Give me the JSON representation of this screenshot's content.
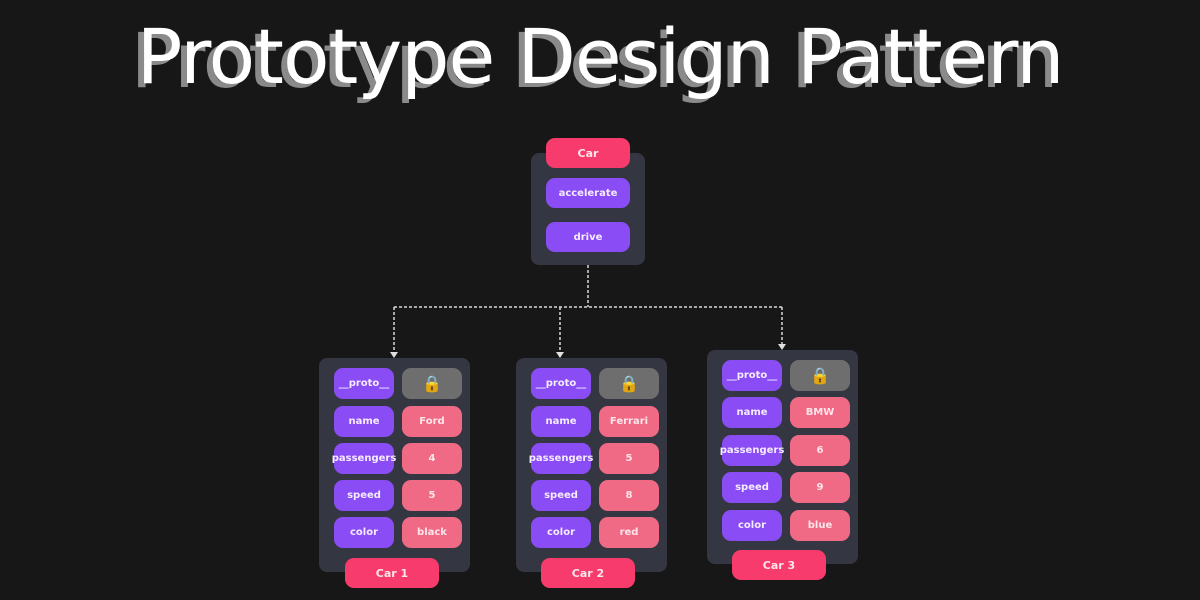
{
  "title": "Prototype Design Pattern",
  "colors": {
    "background": "#171717",
    "panel": "#343741",
    "method_purple": "#8a4cf5",
    "value_salmon": "#f06a86",
    "header_pink": "#f73b6c",
    "proto_gray": "#6e6e6e",
    "connector": "#d9d9d9"
  },
  "prototype": {
    "name": "Car",
    "methods": [
      "accelerate",
      "drive"
    ]
  },
  "instances": [
    {
      "label": "Car 1",
      "proto_key": "__proto__",
      "proto_icon": "lock-icon",
      "fields": [
        {
          "key": "name",
          "value": "Ford"
        },
        {
          "key": "passengers",
          "value": "4"
        },
        {
          "key": "speed",
          "value": "5"
        },
        {
          "key": "color",
          "value": "black"
        }
      ]
    },
    {
      "label": "Car 2",
      "proto_key": "__proto__",
      "proto_icon": "lock-icon",
      "fields": [
        {
          "key": "name",
          "value": "Ferrari"
        },
        {
          "key": "passengers",
          "value": "5"
        },
        {
          "key": "speed",
          "value": "8"
        },
        {
          "key": "color",
          "value": "red"
        }
      ]
    },
    {
      "label": "Car 3",
      "proto_key": "__proto__",
      "proto_icon": "lock-icon",
      "fields": [
        {
          "key": "name",
          "value": "BMW"
        },
        {
          "key": "passengers",
          "value": "6"
        },
        {
          "key": "speed",
          "value": "9"
        },
        {
          "key": "color",
          "value": "blue"
        }
      ]
    }
  ],
  "lock_glyph": "🔒"
}
